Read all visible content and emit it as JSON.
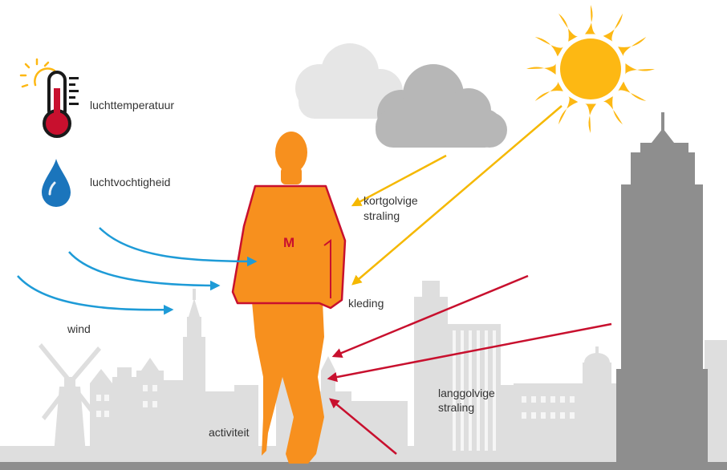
{
  "labels": {
    "air_temperature": "luchttemperatuur",
    "humidity": "luchtvochtigheid",
    "shortwave_line1": "kortgolvige",
    "shortwave_line2": "straling",
    "clothing": "kleding",
    "wind": "wind",
    "longwave_line1": "langgolvige",
    "longwave_line2": "straling",
    "activity": "activiteit",
    "metabolism": "M"
  },
  "icons": {
    "thermometer": "thermometer-sun-icon",
    "droplet": "water-drop-icon"
  },
  "colors": {
    "sun": "#FDB813",
    "shortwave_arrow": "#F5B800",
    "longwave_arrow": "#C8102E",
    "wind_arrow": "#1E9BD7",
    "person": "#F7901E",
    "jacket_outline": "#C8102E",
    "metabolism_text": "#C8102E",
    "cloud_light": "#E6E6E6",
    "cloud_dark": "#B7B7B7",
    "skyline": "#DEDEDE",
    "tower": "#8E8E8E",
    "ground": "#8E8E8E",
    "thermometer_red": "#C8102E",
    "droplet_blue": "#1B75BC"
  }
}
